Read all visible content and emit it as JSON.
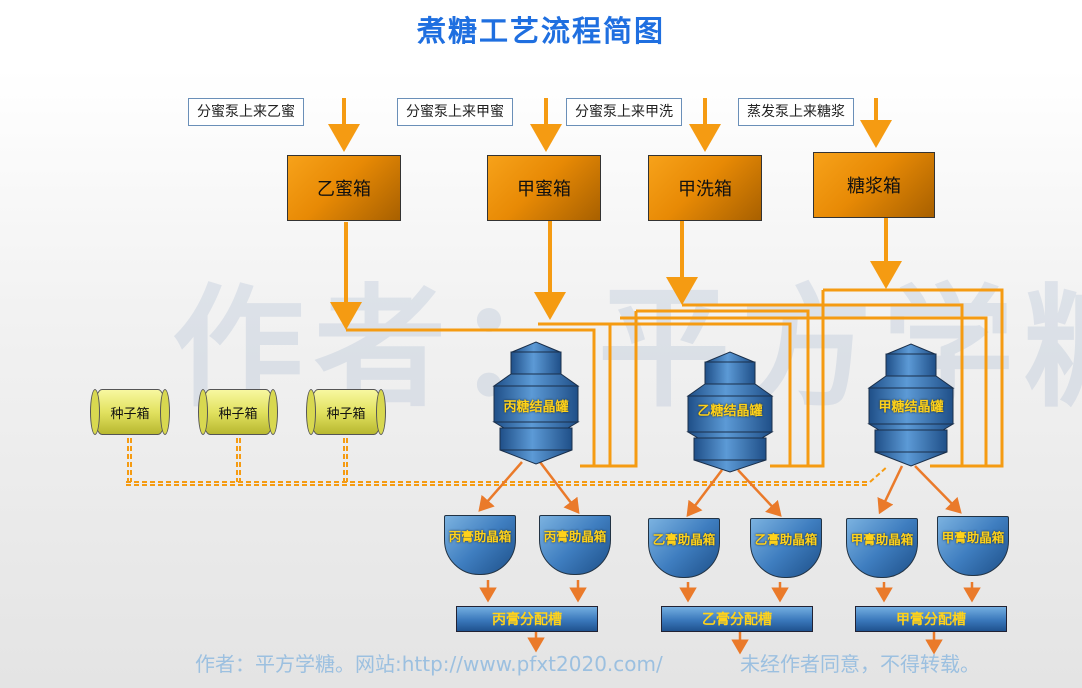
{
  "title": "煮糖工艺流程简图",
  "watermark": "作者：平方学糖",
  "footer": {
    "left": "作者：平方学糖。网站:http://www.pfxt2020.com/",
    "right": "未经作者同意，不得转载。"
  },
  "sources": {
    "b_molasses": "分蜜泵上来乙蜜",
    "a_molasses": "分蜜泵上来甲蜜",
    "a_wash": "分蜜泵上来甲洗",
    "syrup": "蒸发泵上来糖浆"
  },
  "tanks": {
    "b_molasses": "乙蜜箱",
    "a_molasses": "甲蜜箱",
    "a_wash": "甲洗箱",
    "syrup": "糖浆箱"
  },
  "seed_tanks": [
    "种子箱",
    "种子箱",
    "种子箱"
  ],
  "crystallizers": {
    "c": "丙糖结晶罐",
    "b": "乙糖结晶罐",
    "a": "甲糖结晶罐"
  },
  "aux_crystallizers": {
    "c1": "丙膏助晶箱",
    "c2": "丙膏助晶箱",
    "b1": "乙膏助晶箱",
    "b2": "乙膏助晶箱",
    "a1": "甲膏助晶箱",
    "a2": "甲膏助晶箱"
  },
  "troughs": {
    "c": "丙膏分配槽",
    "b": "乙膏分配槽",
    "a": "甲膏分配槽"
  },
  "colors": {
    "pipe": "#f59b12",
    "arrow": "#ea7a2a",
    "title": "#1f6fe0",
    "vessel": "#3f7ec0",
    "vessel_text": "#ffd21a"
  }
}
